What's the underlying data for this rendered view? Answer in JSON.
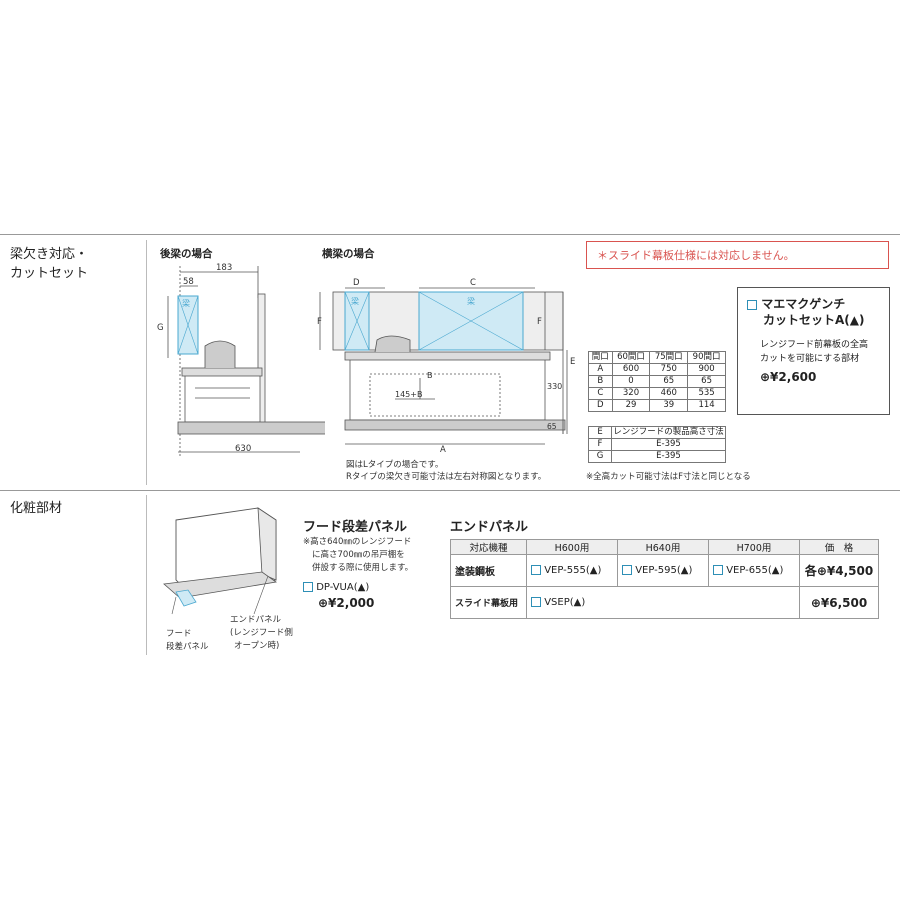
{
  "sections": {
    "cut": {
      "title_line1": "梁欠き対応・",
      "title_line2": "カットセット"
    },
    "cosmetic": {
      "title": "化粧部材"
    }
  },
  "rear_beam": {
    "heading": "後梁の場合",
    "dim_183": "183",
    "dim_58": "58",
    "dim_g": "G",
    "dim_630": "630",
    "beam_label": "梁"
  },
  "side_beam": {
    "heading": "横梁の場合",
    "dim_d": "D",
    "dim_c": "C",
    "dim_f_left": "F",
    "dim_f_right": "F",
    "dim_e": "E",
    "dim_b": "B",
    "dim_145b": "145+B",
    "dim_330": "330",
    "dim_65": "65",
    "dim_a": "A",
    "beam_label_left": "梁",
    "beam_label_center": "梁",
    "note1": "図はLタイプの場合です。",
    "note2": "Rタイプの梁欠き可能寸法は左右対称図となります。",
    "note3": "※全高カット可能寸法はF寸法と同じとなる"
  },
  "red_note": "＊スライド幕板仕様には対応しません。",
  "cut_set": {
    "name_line1": "マエマクゲンチ",
    "name_line2": "カットセットA(▲)",
    "desc_line1": "レンジフード前幕板の全高",
    "desc_line2": "カットを可能にする部材",
    "price": "⊕¥2,600"
  },
  "dims_table": {
    "header": [
      "間口",
      "60間口",
      "75間口",
      "90間口"
    ],
    "rows": [
      [
        "A",
        "600",
        "750",
        "900"
      ],
      [
        "B",
        "0",
        "65",
        "65"
      ],
      [
        "C",
        "320",
        "460",
        "535"
      ],
      [
        "D",
        "29",
        "39",
        "114"
      ]
    ]
  },
  "efg_table": {
    "header": [
      "E",
      "レンジフードの製品高さ寸法"
    ],
    "rows": [
      [
        "F",
        "E-395"
      ],
      [
        "G",
        "E-395"
      ]
    ]
  },
  "step_panel": {
    "title": "フード段差パネル",
    "note1": "※高さ640㎜のレンジフード",
    "note2": "に高さ700㎜の吊戸棚を",
    "note3": "併設する際に使用します。",
    "model": "DP-VUA(▲)",
    "price": "⊕¥2,000",
    "caption_left_1": "フード",
    "caption_left_2": "段差パネル",
    "caption_right_1": "エンドパネル",
    "caption_right_2": "(レンジフード側",
    "caption_right_3": "オープン時)"
  },
  "end_panel": {
    "title": "エンドパネル",
    "header": [
      "対応機種",
      "H600用",
      "H640用",
      "H700用",
      "価　格"
    ],
    "row1": {
      "label": "塗装鋼板",
      "h600": "VEP-555(▲)",
      "h640": "VEP-595(▲)",
      "h700": "VEP-655(▲)",
      "price": "各⊕¥4,500"
    },
    "row2": {
      "label": "スライド幕板用",
      "model": "VSEP(▲)",
      "price": "⊕¥6,500"
    }
  },
  "colors": {
    "beam_fill": "#cfeaf5",
    "beam_stroke": "#4aa8d0",
    "red": "#d9534f",
    "check": "#2e8fb6"
  }
}
